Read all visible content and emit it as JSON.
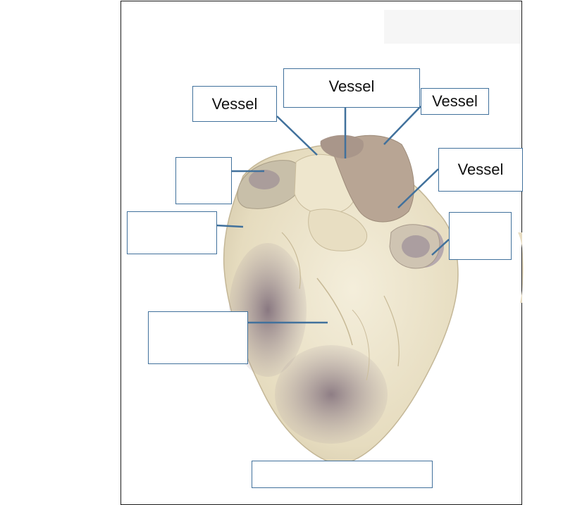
{
  "labels": {
    "vessel_top_left": "Vessel",
    "vessel_top_center": "Vessel",
    "vessel_top_right": "Vessel",
    "vessel_right": "Vessel",
    "blank_left_upper": "",
    "blank_left_middle": "",
    "blank_right": "",
    "blank_left_lower": "",
    "blank_bottom": ""
  },
  "colors": {
    "leader_line": "#41719c",
    "box_border": "#41719c",
    "tissue_cream": "#ece3c9",
    "tissue_purple": "#8d7d87",
    "vessel_tan": "#b8a594"
  }
}
